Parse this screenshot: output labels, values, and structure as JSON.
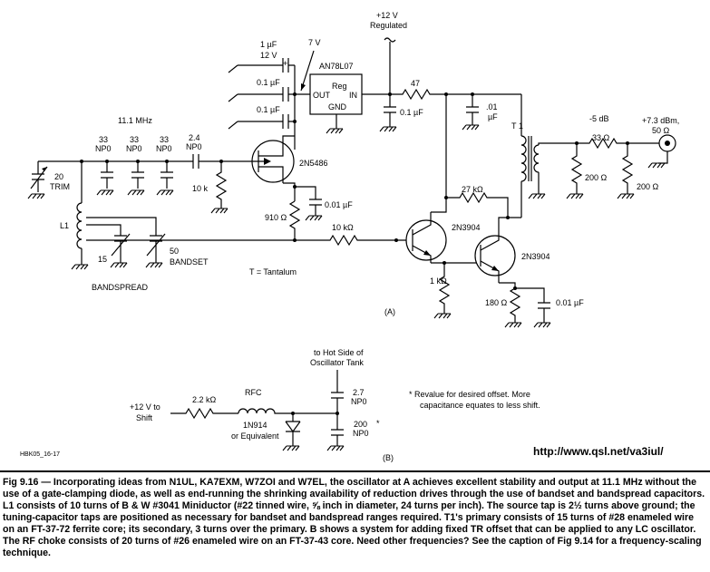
{
  "supply": {
    "line1": "+12 V",
    "line2": "Regulated"
  },
  "reg": {
    "label_top": "AN78L07",
    "name": "Reg",
    "out": "OUT",
    "in": "IN",
    "gnd": "GND",
    "out_voltage": "7 V"
  },
  "caps": {
    "tant_value": "1 µF",
    "tant_volt": "12 V",
    "plus": "+",
    "c01a": "0.1 µF",
    "c01b": "0.1 µF",
    "c01c": "0.1 µF",
    "c001a": ".01",
    "c001a_unit": "µF",
    "c33a": "33",
    "c33b": "33",
    "c33c": "33",
    "np0": "NP0",
    "c24": "2.4",
    "c001s": "0.01 µF",
    "c001e": "0.01 µF"
  },
  "res": {
    "r47": "47",
    "r10k": "10 k",
    "r910": "910 Ω",
    "r10k2": "10 kΩ",
    "r27k": "27 kΩ",
    "r1k": "1 kΩ",
    "r180": "180 Ω",
    "r33": "33 Ω",
    "r200a": "200 Ω",
    "r200b": "200 Ω"
  },
  "parts": {
    "freq": "11.1 MHz",
    "trim_val": "20",
    "trim": "TRIM",
    "l1": "L1",
    "c15": "15",
    "c50": "50",
    "bandset": "BANDSET",
    "bandspread": "BANDSPREAD",
    "fet": "2N5486",
    "q1": "2N3904",
    "q2": "2N3904",
    "t1": "T 1",
    "atten": "-5 dB",
    "out1": "+7.3 dBm,",
    "out2": "50 Ω",
    "tantalum": "T = Tantalum",
    "label_a": "(A)"
  },
  "circuit_b": {
    "hot1": "to Hot Side of",
    "hot2": "Oscillator Tank",
    "shift1": "+12 V to",
    "shift2": "Shift",
    "r22": "2.2 kΩ",
    "rfc": "RFC",
    "diode1": "1N914",
    "diode2": "or Equivalent",
    "c27": "2.7",
    "c200": "200",
    "np0": "NP0",
    "np0b": "NP0",
    "star": "*",
    "note1": "*   Revalue for desired offset. More",
    "note2": "capacitance equates to less shift.",
    "label_b": "(B)"
  },
  "fig_id": "HBK05_16-17",
  "url": "http://www.qsl.net/va3iul/",
  "caption": "Fig 9.16 — Incorporating ideas from N1UL, KA7EXM, W7ZOI and W7EL, the oscillator at A achieves excellent stability and output at 11.1 MHz without the use of a gate-clamping diode, as well as end-running the shrinking availability of reduction drives through the use of bandset and bandspread capacitors. L1 consists of 10 turns of B & W #3041 Miniductor (#22 tinned wire, ⅝ inch in diameter, 24 turns per inch). The source tap is 2½ turns above ground; the tuning-capacitor taps are positioned as necessary for bandset and bandspread ranges required. T1's primary consists of 15 turns of #28 enameled wire on an FT-37-72 ferrite core; its secondary, 3 turns over the primary. B shows a system for adding fixed TR offset that can be applied to any LC oscillator. The RF choke consists of 20 turns of #26 enameled wire on an FT-37-43 core. Need other frequencies? See the caption of Fig 9.14 for a frequency-scaling technique."
}
